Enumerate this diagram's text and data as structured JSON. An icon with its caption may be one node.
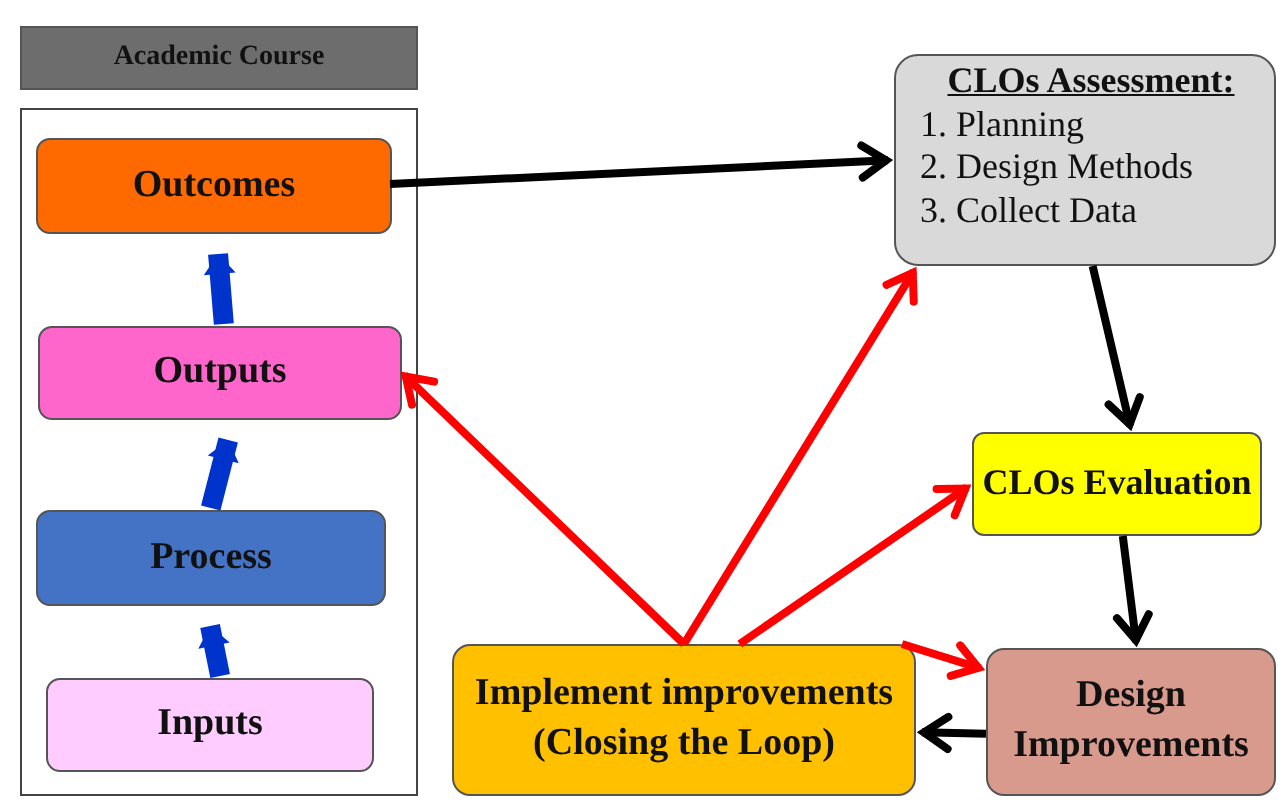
{
  "diagram": {
    "nodes": [
      {
        "text": [
          "Academic Course"
        ]
      },
      {
        "text": [],
        "shape": "box"
      },
      {
        "text": [
          "Outcomes"
        ],
        "in": 1
      },
      {
        "text": [
          "Outputs"
        ],
        "in": 1
      },
      {
        "text": [
          "Process"
        ],
        "in": 1
      },
      {
        "text": [
          "Inputs"
        ],
        "in": 1
      },
      {
        "text": [
          "CLOs Assessment:",
          "1. Planning",
          "2. Design Methods",
          "3. Collect Data"
        ]
      },
      {
        "text": [
          "CLOs Evaluation"
        ]
      },
      {
        "text": [
          "Design Improvements"
        ]
      },
      {
        "text": [
          "Implement improvements (Closing the Loop)"
        ]
      }
    ],
    "edges": [
      {
        "from": 5,
        "to": 4,
        "arrow": "to",
        "style": "thick",
        "color": "#0033cc"
      },
      {
        "from": 4,
        "to": 3,
        "arrow": "to",
        "style": "thick",
        "color": "#0033cc"
      },
      {
        "from": 3,
        "to": 2,
        "arrow": "to",
        "style": "thick",
        "color": "#0033cc"
      },
      {
        "from": 2,
        "to": 6,
        "arrow": "to",
        "color": "#000000"
      },
      {
        "from": 6,
        "to": 7,
        "arrow": "to",
        "color": "#000000"
      },
      {
        "from": 7,
        "to": 8,
        "arrow": "to",
        "color": "#000000"
      },
      {
        "from": 8,
        "to": 9,
        "arrow": "to",
        "color": "#000000"
      },
      {
        "from": 9,
        "to": 3,
        "arrow": "to",
        "color": "#ff0000"
      },
      {
        "from": 9,
        "to": 6,
        "arrow": "to",
        "color": "#ff0000"
      },
      {
        "from": 9,
        "to": 7,
        "arrow": "to",
        "color": "#ff0000"
      },
      {
        "from": 9,
        "to": 8,
        "arrow": "to",
        "color": "#ff0000"
      }
    ]
  }
}
